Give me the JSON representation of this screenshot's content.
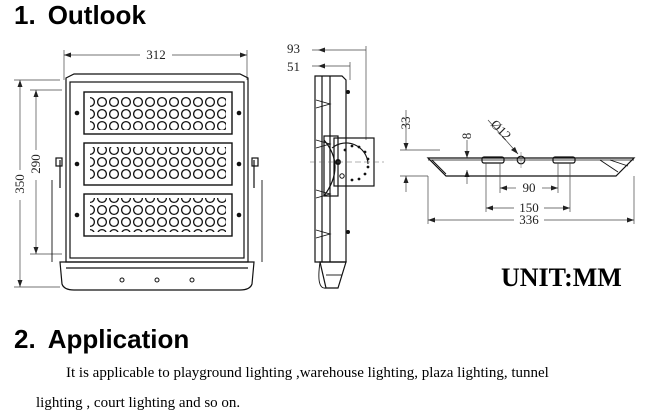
{
  "section1": {
    "number": "1.",
    "title": "Outlook"
  },
  "drawing": {
    "front_view": {
      "width_label": "312",
      "height_label": "350",
      "inner_height_label": "290"
    },
    "side_view": {
      "depth_label": "93",
      "depth_inner_label": "51"
    },
    "mount_view": {
      "height_label": "33",
      "slot_label": "8",
      "hole_label": "Ø12",
      "dim_90": "90",
      "dim_150": "150",
      "dim_336": "336"
    },
    "unit_label": "UNIT:MM"
  },
  "section2": {
    "number": "2.",
    "title": "Application",
    "text_line1": "It is applicable to playground lighting ,warehouse lighting, plaza lighting, tunnel",
    "text_line2": "lighting , court lighting and so on."
  }
}
